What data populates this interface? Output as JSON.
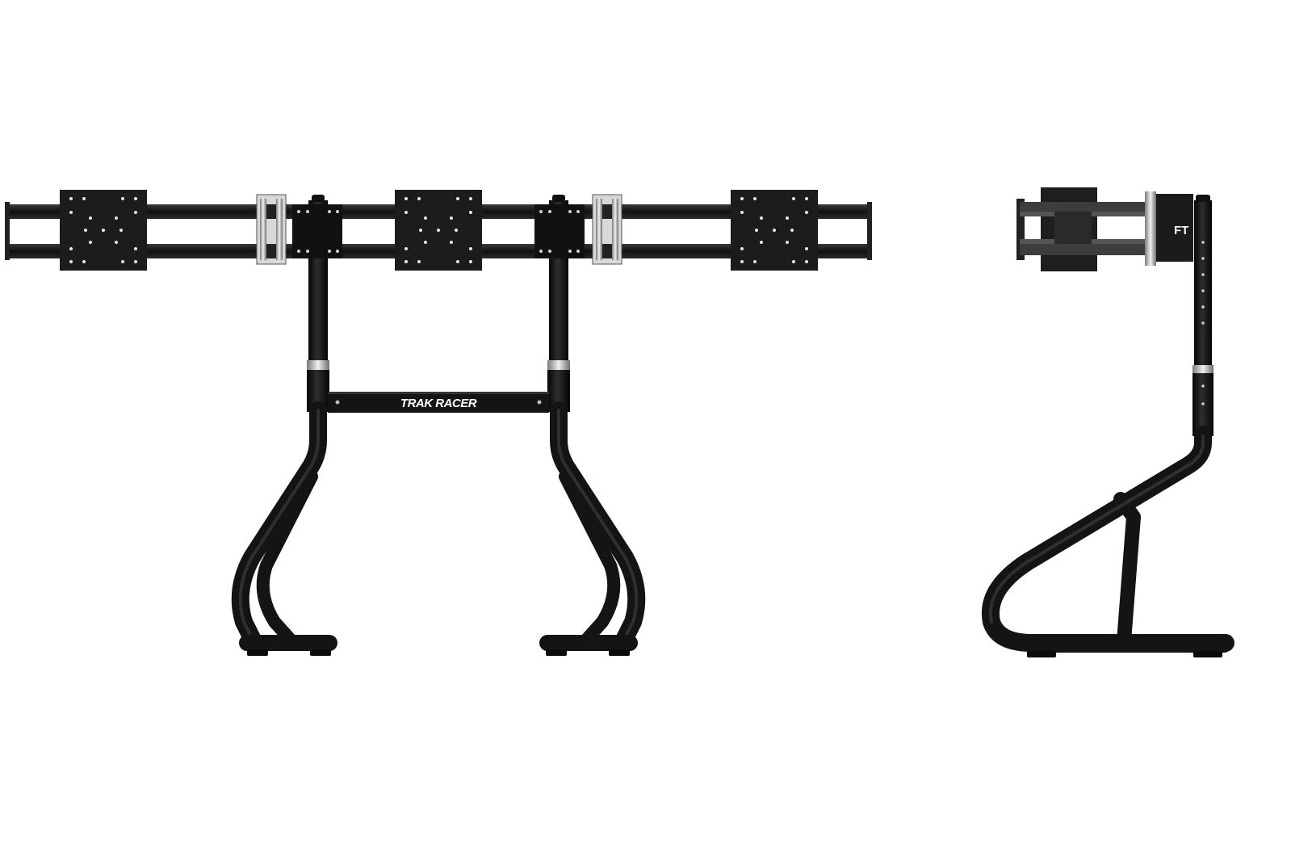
{
  "brand": {
    "crossbar_logo": "TRAK RACER",
    "side_logo": "FT"
  },
  "colors": {
    "background": "#ffffff",
    "frame": "#141414",
    "plate": "#1c1c1c",
    "clamp": "#b9b9b9",
    "arm": "#3d3d3d"
  },
  "views": {
    "front": "front-view",
    "side": "side-view"
  }
}
